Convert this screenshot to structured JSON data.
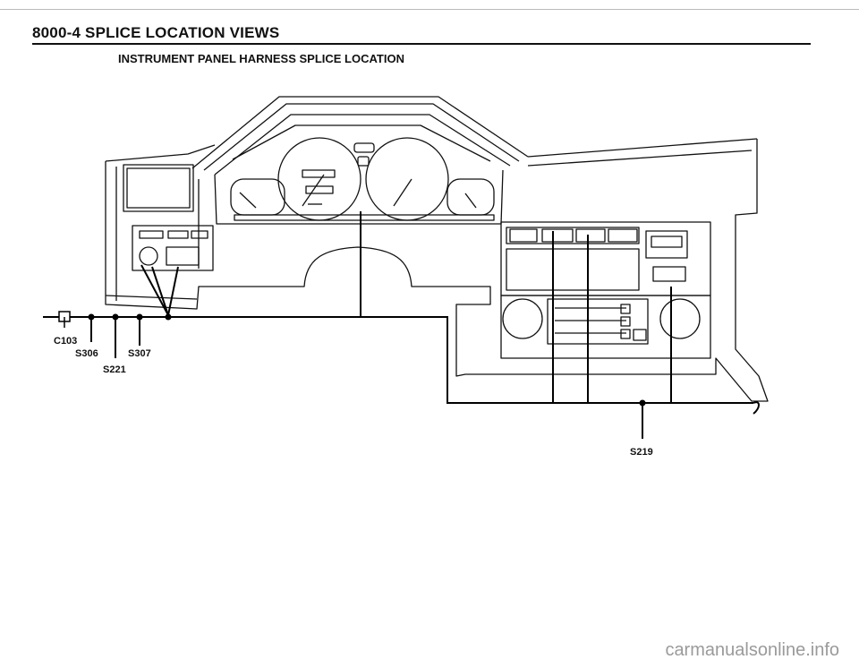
{
  "header": {
    "page_title": "8000-4   SPLICE LOCATION VIEWS",
    "subtitle": "INSTRUMENT PANEL HARNESS SPLICE LOCATION"
  },
  "labels": {
    "c103": "C103",
    "s306": "S306",
    "s307": "S307",
    "s221": "S221",
    "s219": "S219"
  },
  "watermark": "carmanualsonline.info"
}
